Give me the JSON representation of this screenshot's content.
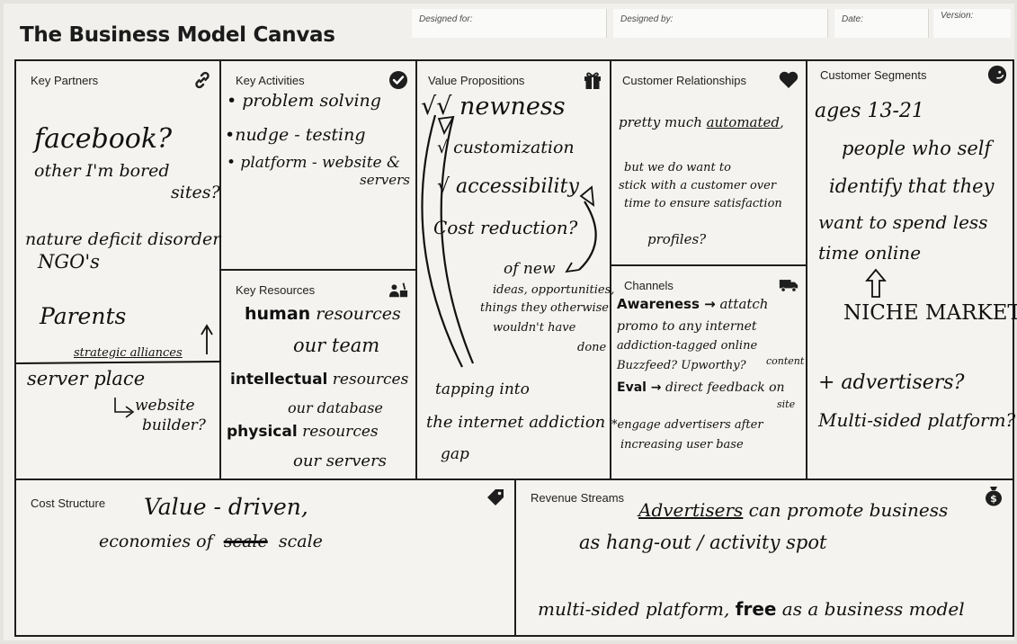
{
  "header": {
    "title": "The Business Model Canvas",
    "designed_for_label": "Designed for:",
    "designed_by_label": "Designed by:",
    "date_label": "Date:",
    "version_label": "Version:"
  },
  "blocks": {
    "key_partners": {
      "title": "Key Partners",
      "icon": "link-icon",
      "notes": {
        "facebook": "facebook?",
        "bored_sites_a": "other I'm bored",
        "bored_sites_b": "sites?",
        "nature_a": "nature deficit disorder",
        "nature_b": "NGO's",
        "parents": "Parents",
        "strategic": "strategic alliances",
        "server_a": "server place",
        "server_b": "website",
        "server_c": "builder?"
      }
    },
    "key_activities": {
      "title": "Key Activities",
      "icon": "check-icon",
      "notes": [
        "• problem solving",
        "•nudge - testing",
        "• platform - website &",
        "servers"
      ]
    },
    "key_resources": {
      "title": "Key Resources",
      "icon": "worker-icon",
      "notes": {
        "human_bold": "human",
        "human_rest": " resources",
        "team": "our team",
        "intel_bold": "intellectual",
        "intel_rest": " resources",
        "database": "our database",
        "phys_bold": "physical",
        "phys_rest": " resources",
        "servers": "our servers"
      }
    },
    "value_propositions": {
      "title": "Value Propositions",
      "icon": "gift-icon",
      "notes": {
        "newness": "√√ newness",
        "customization": "√ customization",
        "accessibility": "√ accessibility",
        "cost": "Cost reduction?",
        "of_new": "of new",
        "ideas": "ideas, opportunities,",
        "things": "things they otherwise",
        "wouldnt": "wouldn't have",
        "done": "done",
        "tapping": "tapping into",
        "internet": "the internet addiction",
        "gap": "gap"
      }
    },
    "customer_relationships": {
      "title": "Customer Relationships",
      "icon": "heart-icon",
      "notes": {
        "pretty": "pretty much ",
        "automated": "automated",
        "automated_tail": ",",
        "but": "but we do want to",
        "stick": "stick with a customer over",
        "time": "time to ensure satisfaction",
        "profiles": "profiles?"
      }
    },
    "channels": {
      "title": "Channels",
      "icon": "truck-icon",
      "notes": {
        "awareness_bold": "Awareness →",
        "awareness_rest": " attatch",
        "promo": "promo to any internet",
        "addiction": "addiction-tagged online",
        "buzzfeed": "Buzzfeed? Upworthy?",
        "content": "content",
        "eval_bold": "Eval →",
        "eval_rest": " direct feedback on",
        "site": "site",
        "engage": "*engage advertisers after",
        "increasing": "increasing user base"
      }
    },
    "customer_segments": {
      "title": "Customer Segments",
      "icon": "smile-icon",
      "notes": {
        "ages": "ages 13-21",
        "people": "people who self",
        "identify": "identify that they",
        "want": "want to spend less",
        "time": "time online",
        "niche": "NICHE MARKET",
        "advertisers": "+ advertisers?",
        "multi": "Multi-sided platform?"
      }
    },
    "cost_structure": {
      "title": "Cost Structure",
      "icon": "tag-icon",
      "notes": {
        "value": "Value - driven,",
        "economies": "economies of",
        "scale_struck": "scale",
        "scale": "scale"
      }
    },
    "revenue_streams": {
      "title": "Revenue Streams",
      "icon": "money-bag-icon",
      "notes": {
        "advertisers": "Advertisers",
        "promote": " can promote business",
        "hangout": "as hang-out / activity spot",
        "multi": "multi-sided platform, ",
        "free_bold": "free",
        "free_rest": " as a business model"
      }
    }
  },
  "colors": {
    "ink": "#111111",
    "paper": "#f4f3ef",
    "grid": "#1e1e1e"
  }
}
